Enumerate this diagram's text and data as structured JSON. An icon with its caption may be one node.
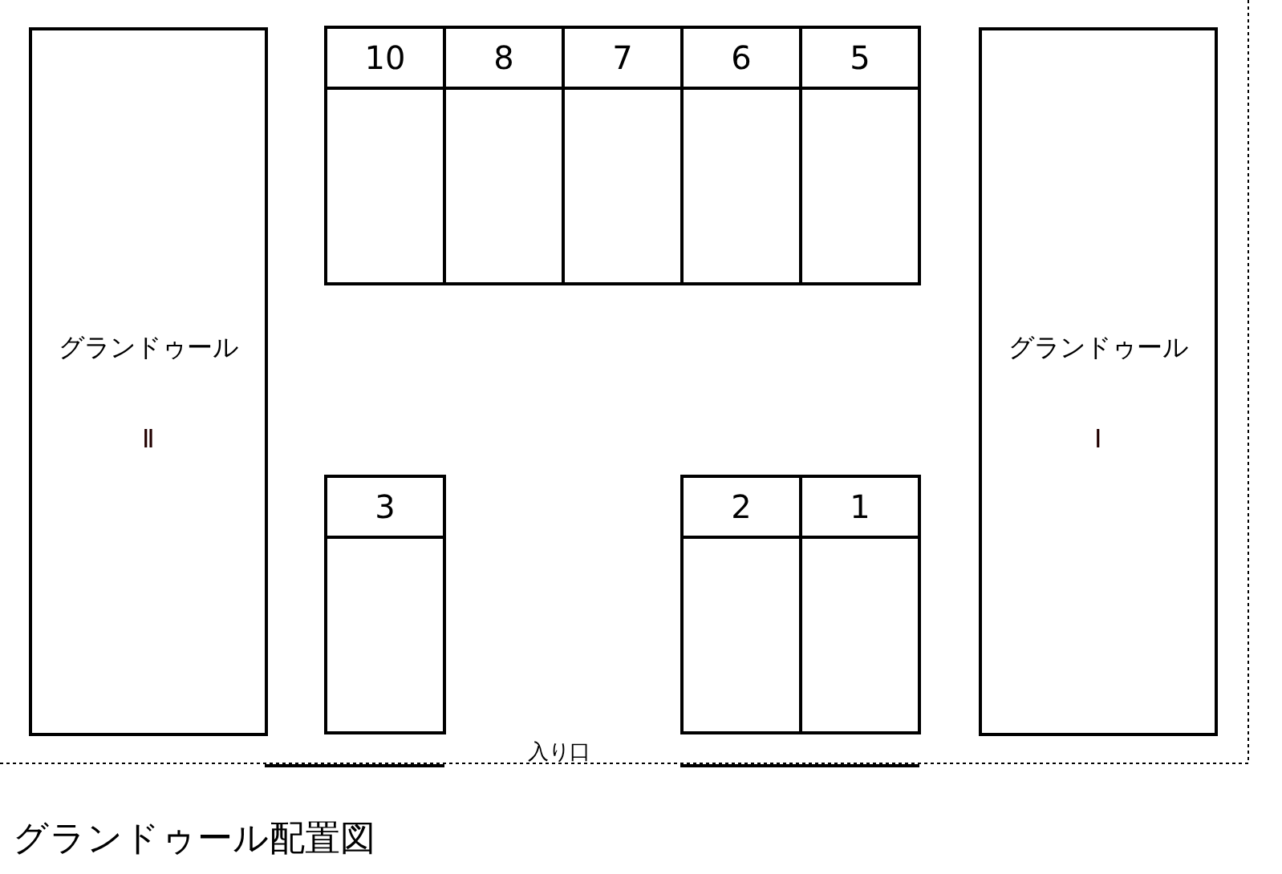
{
  "diagram": {
    "title": "グランドゥール配置図",
    "nodes": [
      {
        "text": [
          "グランドゥール",
          "Ⅱ"
        ]
      },
      {
        "text": [
          "10"
        ]
      },
      {
        "text": [
          "8"
        ]
      },
      {
        "text": [
          "7"
        ]
      },
      {
        "text": [
          "6"
        ]
      },
      {
        "text": [
          "5"
        ]
      },
      {
        "text": [
          "グランドゥール",
          "Ⅰ"
        ]
      },
      {
        "text": [
          "3"
        ]
      },
      {
        "text": [
          "2"
        ]
      },
      {
        "text": [
          "1"
        ]
      }
    ],
    "labels": [
      "入り口"
    ]
  }
}
